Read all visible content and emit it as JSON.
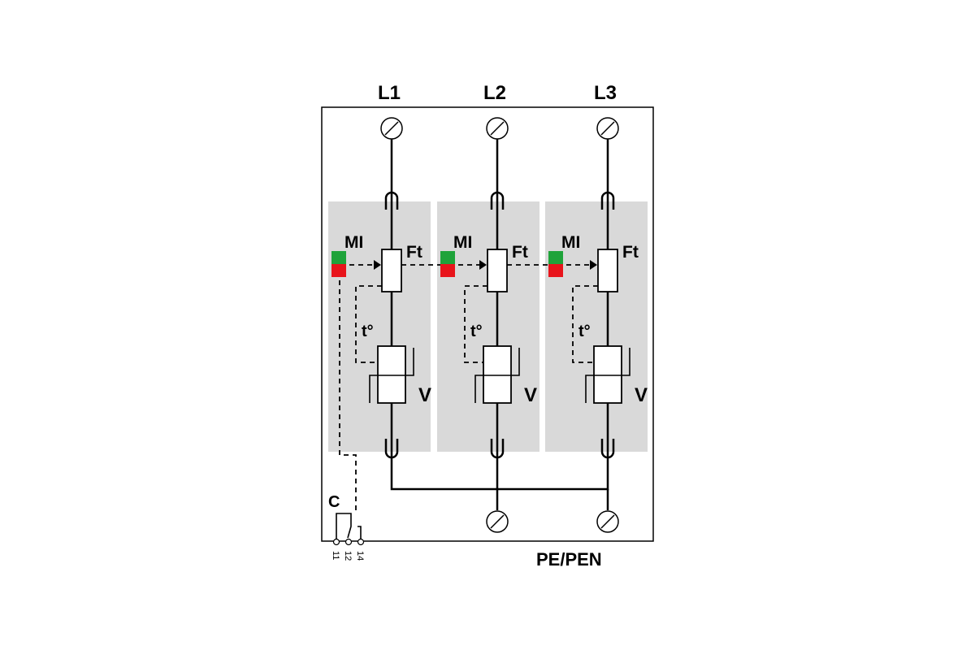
{
  "phases": [
    {
      "label": "L1",
      "indicator_label": "MI",
      "fuse_label": "Ft",
      "thermal_label": "t°",
      "varistor_label": "V"
    },
    {
      "label": "L2",
      "indicator_label": "MI",
      "fuse_label": "Ft",
      "thermal_label": "t°",
      "varistor_label": "V"
    },
    {
      "label": "L3",
      "indicator_label": "MI",
      "fuse_label": "Ft",
      "thermal_label": "t°",
      "varistor_label": "V"
    }
  ],
  "ground_label": "PE/PEN",
  "contact": {
    "label": "C",
    "terminals": [
      "11",
      "12",
      "14"
    ]
  },
  "colors": {
    "module_fill": "#d9d9d9",
    "indicator_ok": "#1fa33a",
    "indicator_fault": "#e8141b",
    "line": "#000000",
    "enclosure": "#ffffff"
  },
  "icons": [
    "screw-terminal-icon",
    "plug-contact-icon",
    "thermal-fuse-icon",
    "varistor-icon",
    "status-indicator-icon",
    "changeover-contact-icon"
  ]
}
